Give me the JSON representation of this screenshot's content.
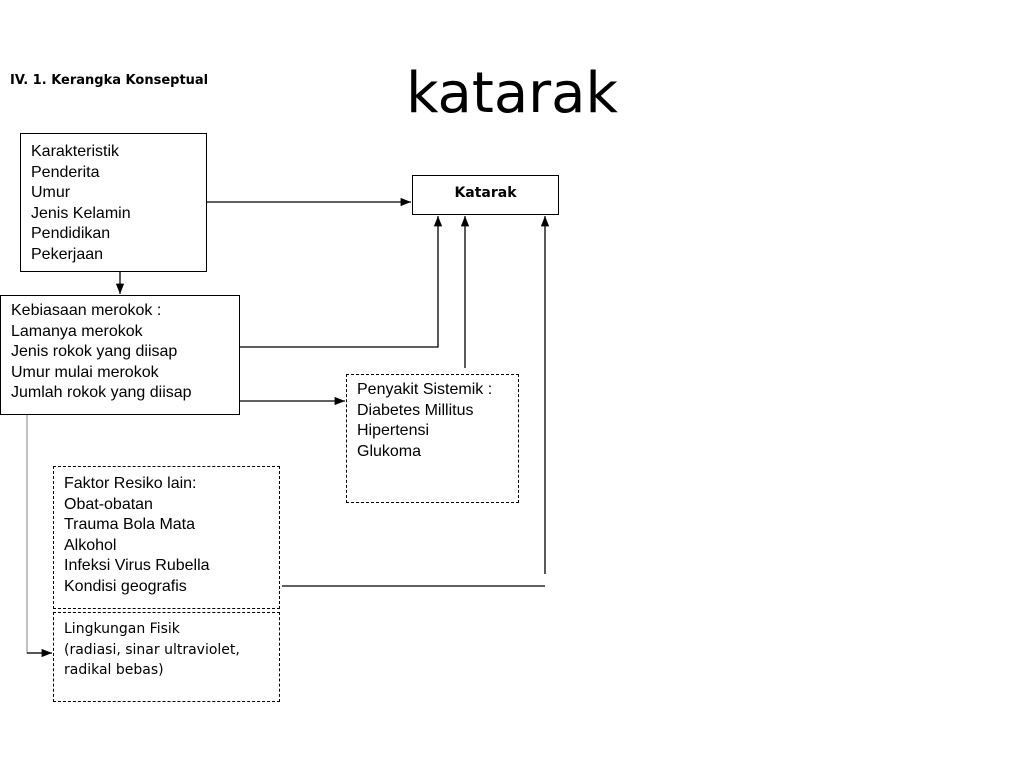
{
  "section_label": "IV. 1. Kerangka Konseptual",
  "title": "katarak",
  "boxes": {
    "karakteristik": [
      "Karakteristik",
      "Penderita",
      "Umur",
      "Jenis Kelamin",
      "Pendidikan",
      "Pekerjaan"
    ],
    "katarak": "Katarak",
    "kebiasaan": [
      "Kebiasaan merokok :",
      "Lamanya merokok",
      "Jenis rokok yang diisap",
      "Umur mulai merokok",
      "Jumlah rokok yang diisap"
    ],
    "penyakit": [
      "Penyakit Sistemik :",
      "Diabetes Millitus",
      "Hipertensi",
      "Glukoma"
    ],
    "faktor": [
      "Faktor Resiko lain:",
      "Obat-obatan",
      "Trauma Bola Mata",
      "Alkohol",
      "Infeksi Virus Rubella",
      "Kondisi geografis"
    ],
    "lingkungan": [
      "Lingkungan Fisik",
      "(radiasi, sinar ultraviolet,",
      "radikal bebas)"
    ]
  }
}
